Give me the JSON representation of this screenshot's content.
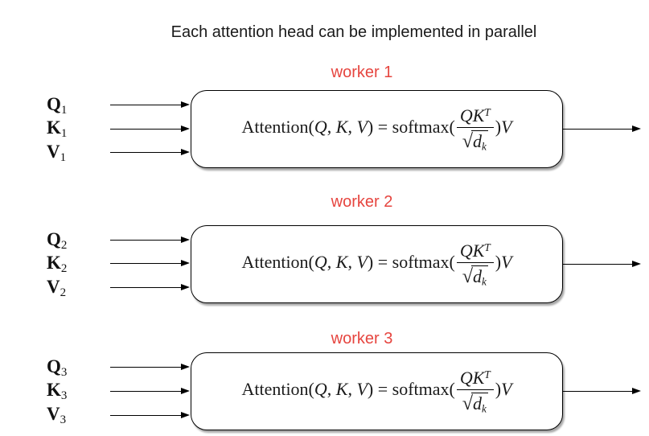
{
  "title": "Each attention head can be implemented in parallel",
  "formula": {
    "fn_open": "Attention(",
    "arg_q": "Q",
    "comma1": ", ",
    "arg_k": "K",
    "comma2": ", ",
    "arg_v": "V",
    "eq_softmax": ") = softmax(",
    "num_base": "QK",
    "num_sup": "T",
    "radical": "√",
    "den_base": "d",
    "den_sub": "k",
    "close_paren": ")",
    "out_v": "V"
  },
  "workers": [
    {
      "label": "worker 1",
      "inputs": [
        {
          "base": "Q",
          "sub": "1"
        },
        {
          "base": "K",
          "sub": "1"
        },
        {
          "base": "V",
          "sub": "1"
        }
      ]
    },
    {
      "label": "worker 2",
      "inputs": [
        {
          "base": "Q",
          "sub": "2"
        },
        {
          "base": "K",
          "sub": "2"
        },
        {
          "base": "V",
          "sub": "2"
        }
      ]
    },
    {
      "label": "worker 3",
      "inputs": [
        {
          "base": "Q",
          "sub": "3"
        },
        {
          "base": "K",
          "sub": "3"
        },
        {
          "base": "V",
          "sub": "3"
        }
      ]
    }
  ],
  "colors": {
    "background": "#ffffff",
    "title_text": "#1a1a1a",
    "worker_label": "#e6453f",
    "diagram_line": "#000000",
    "box_border": "#000000"
  }
}
